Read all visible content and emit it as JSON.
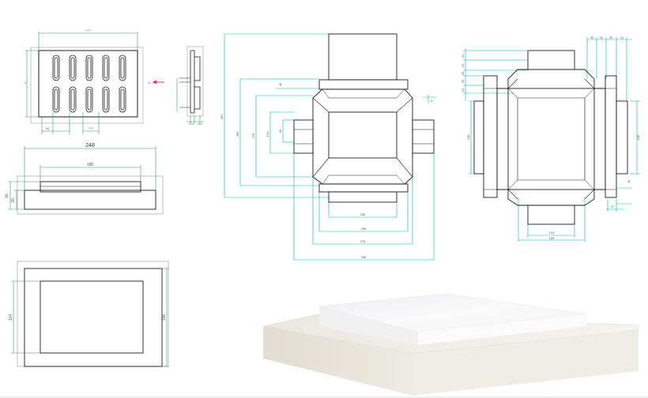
{
  "colors": {
    "outline": "#1a1a1a",
    "dimension_teal": "#00b4b4",
    "dimension_green": "#2e9e5e",
    "ghost_outline": "#b8b8b8",
    "arrow_magenta": "#e0208c",
    "base_face": "#e9e5dc",
    "lid_face": "#f4f4f6"
  },
  "labels": {
    "tray_top_width": "???",
    "tray_side_height": "4",
    "tray_slot_pitch_a": "54",
    "tray_slot_pitch_b": "???",
    "side_depth_a": "2.0",
    "side_depth_b": "4.4",
    "callout_marker": "A",
    "elev_width_outer": "248",
    "elev_width_inner": "186",
    "elev_height_total": "50",
    "elev_height_base": "20",
    "plan_inner_height": "124",
    "plan_outer_height": "186",
    "net_a_height_total": "492",
    "net_a_height_2": "306",
    "net_a_height_3": "276",
    "net_a_height_4": "124",
    "net_a_height_5": "54",
    "net_a_top_tab": "40",
    "net_a_small": "4",
    "net_a_w1": "186",
    "net_a_w2": "256",
    "net_a_w3": "276",
    "net_a_w4": "336",
    "net_b_top_1": "30",
    "net_b_top_2": "31",
    "net_b_top_3": "30",
    "net_b_top_4": "31",
    "net_b_left_1": "41",
    "net_b_left_2": "31",
    "net_b_left_3": "30",
    "net_b_left_4": "30",
    "net_b_left_5": "21",
    "net_b_left_height": "248",
    "net_b_right_height": "186",
    "net_b_right_small_1": "40",
    "net_b_right_small_2": "47",
    "net_b_w1": "124",
    "net_b_w2": "186"
  }
}
